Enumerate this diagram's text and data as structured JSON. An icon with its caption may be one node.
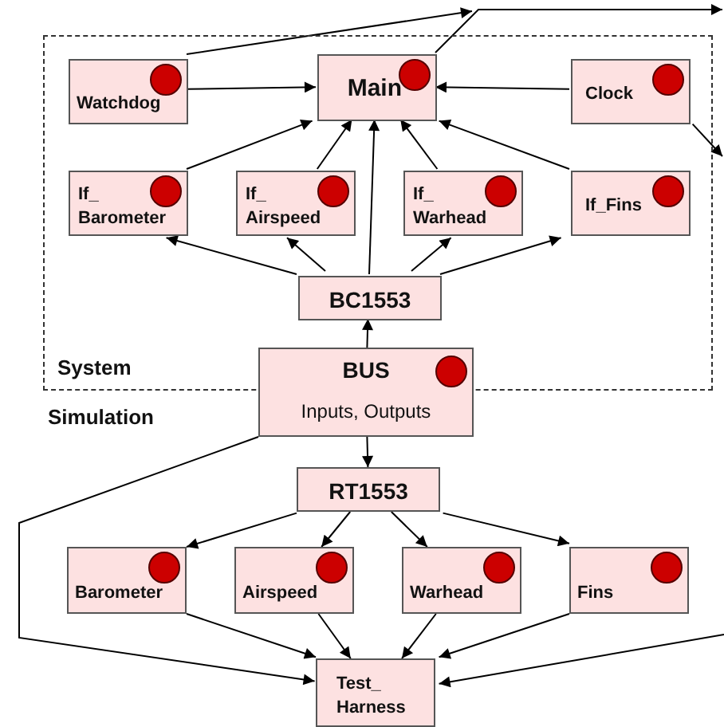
{
  "diagram": {
    "nodes": [
      {
        "text": [
          "System"
        ]
      },
      {
        "text": [
          "Watchdog"
        ],
        "in": 0
      },
      {
        "text": [
          "Main"
        ],
        "in": 0
      },
      {
        "text": [
          "Clock"
        ],
        "in": 0
      },
      {
        "text": [
          "If_ Barometer"
        ],
        "in": 0
      },
      {
        "text": [
          "If_ Airspeed"
        ],
        "in": 0
      },
      {
        "text": [
          "If_ Warhead"
        ],
        "in": 0
      },
      {
        "text": [
          "If_Fins"
        ],
        "in": 0
      },
      {
        "text": [
          "BC1553"
        ],
        "in": 0
      },
      {
        "text": [
          "BUS",
          "Inputs, Outputs"
        ]
      },
      {
        "text": [
          "RT1553"
        ]
      },
      {
        "text": [
          "Barometer"
        ]
      },
      {
        "text": [
          "Airspeed"
        ]
      },
      {
        "text": [
          "Warhead"
        ]
      },
      {
        "text": [
          "Fins"
        ]
      },
      {
        "text": [
          "Test_ Harness"
        ]
      }
    ],
    "edges": [
      {
        "from": 1,
        "to": 2,
        "arrow": "to"
      },
      {
        "from": 3,
        "to": 2,
        "arrow": "to"
      },
      {
        "from": 4,
        "to": 2,
        "arrow": "to"
      },
      {
        "from": 5,
        "to": 2,
        "arrow": "to"
      },
      {
        "from": 6,
        "to": 2,
        "arrow": "to"
      },
      {
        "from": 7,
        "to": 2,
        "arrow": "to"
      },
      {
        "from": 8,
        "to": 2,
        "arrow": "to"
      },
      {
        "from": 8,
        "to": 4,
        "arrow": "to"
      },
      {
        "from": 8,
        "to": 5,
        "arrow": "to"
      },
      {
        "from": 8,
        "to": 6,
        "arrow": "to"
      },
      {
        "from": 8,
        "to": 7,
        "arrow": "to"
      },
      {
        "from": 9,
        "to": 8,
        "arrow": "to"
      },
      {
        "from": 9,
        "to": 10,
        "arrow": "to"
      },
      {
        "from": 10,
        "to": 11,
        "arrow": "to"
      },
      {
        "from": 10,
        "to": 12,
        "arrow": "to"
      },
      {
        "from": 10,
        "to": 13,
        "arrow": "to"
      },
      {
        "from": 10,
        "to": 14,
        "arrow": "to"
      },
      {
        "from": 11,
        "to": 15,
        "arrow": "to"
      },
      {
        "from": 12,
        "to": 15,
        "arrow": "to"
      },
      {
        "from": 13,
        "to": 15,
        "arrow": "to"
      },
      {
        "from": 14,
        "to": 15,
        "arrow": "to"
      },
      {
        "from": 9,
        "to": 15,
        "arrow": "to"
      },
      {
        "from": 1,
        "to": null,
        "arrow": "to"
      },
      {
        "from": 2,
        "to": null,
        "arrow": "to"
      },
      {
        "from": 3,
        "to": null,
        "arrow": "to"
      },
      {
        "from": null,
        "to": 15,
        "arrow": "to"
      }
    ],
    "labels": [
      "Simulation"
    ]
  }
}
